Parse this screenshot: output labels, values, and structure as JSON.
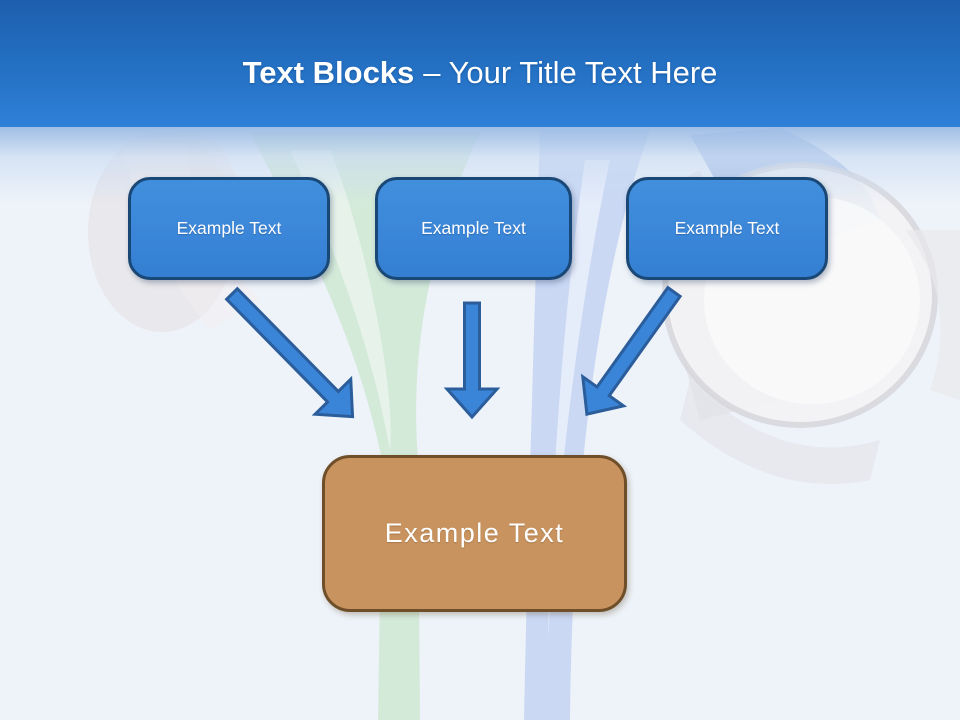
{
  "title": {
    "bold": "Text Blocks",
    "regular": "– Your Title Text Here"
  },
  "blocks": {
    "top": [
      {
        "label": "Example Text"
      },
      {
        "label": "Example Text"
      },
      {
        "label": "Example Text"
      }
    ],
    "center": {
      "label": "Example Text"
    }
  },
  "arrows": [
    {
      "name": "left-arrow",
      "direction": "down-right"
    },
    {
      "name": "middle-arrow",
      "direction": "down"
    },
    {
      "name": "right-arrow",
      "direction": "down-left"
    }
  ],
  "colors": {
    "header_gradient_top": "#1e5fae",
    "header_gradient_bottom": "#2f80d9",
    "block_fill": "#3b86d8",
    "block_border": "#1a4876",
    "arrow_fill": "#3a85d8",
    "arrow_border": "#2b5d9b",
    "center_block_fill": "#c8935f",
    "center_block_border": "#6f4f2a",
    "slide_background": "#eef3f9",
    "title_text": "#ffffff"
  }
}
